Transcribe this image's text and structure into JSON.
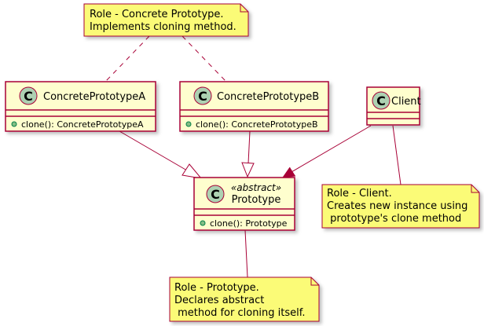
{
  "classes": {
    "concrete_a": {
      "name": "ConcretePrototypeA",
      "circle_letter": "C",
      "member": "clone(): ConcretePrototypeA",
      "member_visibility_color": "#84BE84"
    },
    "concrete_b": {
      "name": "ConcretePrototypeB",
      "circle_letter": "C",
      "member": "clone(): ConcretePrototypeB",
      "member_visibility_color": "#84BE84"
    },
    "client": {
      "name": "Client",
      "circle_letter": "C"
    },
    "prototype": {
      "stereotype": "«abstract»",
      "name": "Prototype",
      "circle_letter": "C",
      "member": "clone(): Prototype",
      "member_visibility_color": "#84BE84"
    }
  },
  "notes": {
    "concrete": {
      "lines": [
        "Role - Concrete Prototype.",
        "Implements cloning method."
      ]
    },
    "client": {
      "lines": [
        "Role - Client.",
        "Creates new instance using",
        " prototype's clone method"
      ]
    },
    "prototype": {
      "lines": [
        "Role - Prototype.",
        "Declares abstract",
        " method for cloning itself."
      ]
    }
  },
  "colors": {
    "class_fill": "#FEFECE",
    "class_border": "#A80036",
    "note_fill": "#FBFB77",
    "note_border": "#A80036",
    "circle_fill": "#ADD1B2",
    "arrow": "#A80036"
  }
}
